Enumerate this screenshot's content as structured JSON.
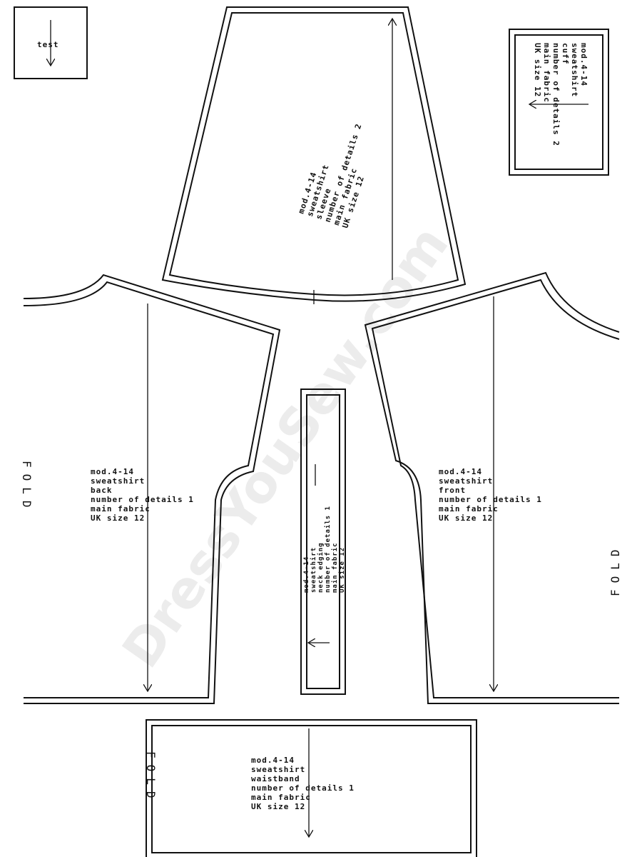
{
  "watermark": "DressYouSew.com",
  "test_square": {
    "label": "test"
  },
  "fold_label": "FOLD",
  "pieces": {
    "sleeve": {
      "lines": [
        "mod.4-14",
        "sweatshirt",
        "sleeve",
        "number of details 2",
        "main fabric",
        "UK size 12"
      ]
    },
    "cuff": {
      "lines": [
        "mod.4-14",
        "sweatshirt",
        "cuff",
        "number of details 2",
        "main fabric",
        "UK size 12"
      ]
    },
    "back": {
      "lines": [
        "mod.4-14",
        "sweatshirt",
        "back",
        "number of details 1",
        "main fabric",
        "UK size 12"
      ]
    },
    "neck_edging": {
      "lines": [
        "mod.4-14",
        "sweatshirt",
        "neck edging",
        "number of details 1",
        "main fabric",
        "UK size 12"
      ]
    },
    "front": {
      "lines": [
        "mod.4-14",
        "sweatshirt",
        "front",
        "number of details 1",
        "main fabric",
        "UK size 12"
      ]
    },
    "waistband": {
      "lines": [
        "mod.4-14",
        "sweatshirt",
        "waistband",
        "number of details 1",
        "main fabric",
        "UK size 12"
      ]
    }
  }
}
